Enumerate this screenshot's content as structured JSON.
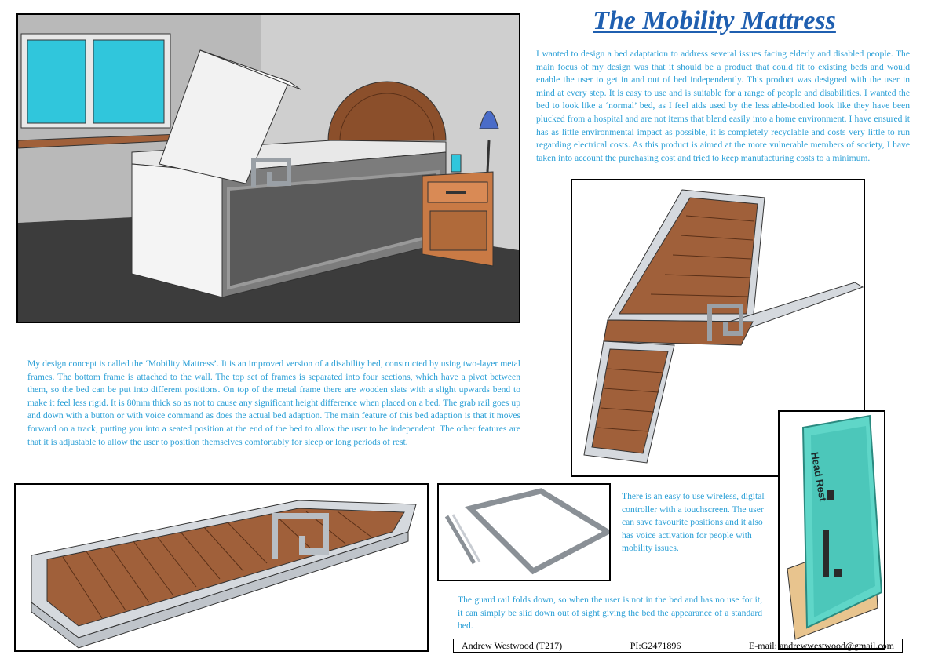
{
  "title": "The Mobility Mattress",
  "intro_text": "I wanted to design a bed adaptation to address several issues facing elderly and disabled people. The main focus of my design was that it should be a product that could fit to existing beds and would enable the user to get in and out of bed independently. This product was designed with the user in mind at every step. It is easy to use and is suitable for a range of people and disabilities. I wanted the bed to look like a ‘normal’ bed, as I feel aids used by the less able-bodied look like they have been plucked from a hospital and are not items that blend easily into a home environment. I have ensured it has as little environmental impact as possible, it is completely recyclable and costs very little to run regarding electrical costs. As this product is aimed at the more vulnerable members of society, I have taken into account the purchasing cost and tried to keep manufacturing costs to a minimum.",
  "concept_text": "My design concept is called the ‘Mobility Mattress’. It is an improved version of a disability bed, constructed by using two-layer metal frames. The bottom frame is attached to the wall. The top set of frames is separated into four sections, which have a pivot between them, so the bed can be put into different positions. On top of the metal frame there are wooden slats with a slight upwards bend to make it feel less rigid. It is 80mm thick so as not to cause any significant height difference when placed on a bed. The grab rail goes up and down with a button or with voice command as does the actual bed adaption. The main feature of this bed adaption is that it moves forward on a track, putting you into a seated position at the end of the bed to allow the user to be independent. The other features are that it is adjustable to allow the user to position themselves comfortably for sleep or long periods of rest.",
  "controller_text": "There is an easy to use wireless, digital controller with a touchscreen. The user can save favourite positions and it also has voice activation for people with mobility issues.",
  "guardrail_text": "The guard rail folds down, so when the user is not in the bed and has no use for it, it can simply be slid down out of sight giving the bed the appearance of a standard bed.",
  "headrest_label": "Head Rest",
  "footer": {
    "name": "Andrew Westwood (T217)",
    "pi": "PI:G2471896",
    "email": "E-mail: andrewwestwood@gmail.com"
  },
  "colors": {
    "title": "#1f5fb0",
    "body_text": "#2a9fd6",
    "wood": "#a0603a",
    "metal": "#c8ccd2",
    "screen": "#5fd6c8"
  }
}
